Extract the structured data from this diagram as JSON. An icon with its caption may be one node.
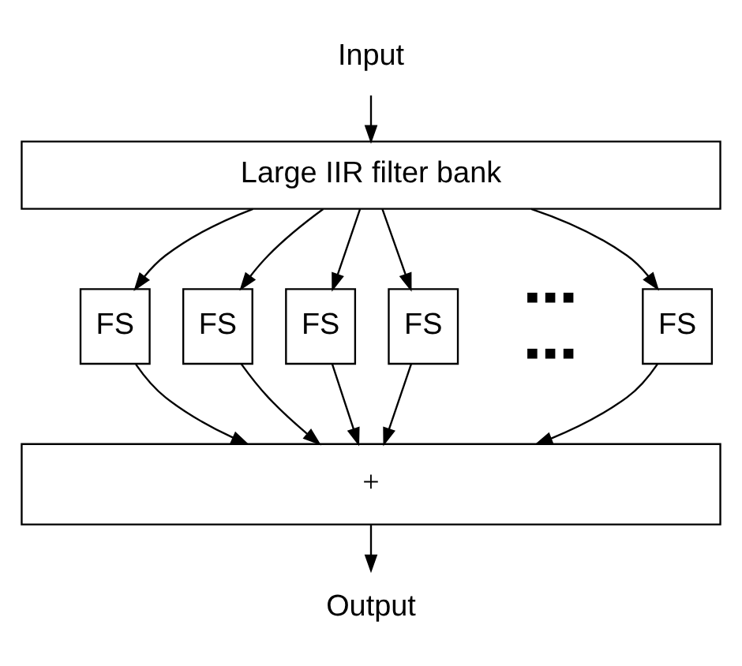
{
  "diagram": {
    "nodes": [
      {
        "text": [
          "Input"
        ]
      },
      {
        "text": [
          "Large IIR filter bank"
        ]
      },
      {
        "text": [
          "FS"
        ]
      },
      {
        "text": [
          "FS"
        ]
      },
      {
        "text": [
          "FS"
        ]
      },
      {
        "text": [
          "FS"
        ]
      },
      {
        "text": [
          "FS"
        ]
      },
      {
        "text": [
          "+"
        ]
      },
      {
        "text": [
          "Output"
        ]
      }
    ],
    "edges": [
      {
        "from": 0,
        "to": 1,
        "arrow": "to"
      },
      {
        "from": 1,
        "to": 2,
        "arrow": "to"
      },
      {
        "from": 1,
        "to": 3,
        "arrow": "to"
      },
      {
        "from": 1,
        "to": 4,
        "arrow": "to"
      },
      {
        "from": 1,
        "to": 5,
        "arrow": "to"
      },
      {
        "from": 1,
        "to": 6,
        "arrow": "to"
      },
      {
        "from": 2,
        "to": 7,
        "arrow": "to"
      },
      {
        "from": 3,
        "to": 7,
        "arrow": "to"
      },
      {
        "from": 4,
        "to": 7,
        "arrow": "to"
      },
      {
        "from": 5,
        "to": 7,
        "arrow": "to"
      },
      {
        "from": 6,
        "to": 7,
        "arrow": "to"
      },
      {
        "from": 7,
        "to": 8,
        "arrow": "to"
      }
    ],
    "labels": [
      "■ ■ ■",
      "■ ■ ■"
    ]
  }
}
